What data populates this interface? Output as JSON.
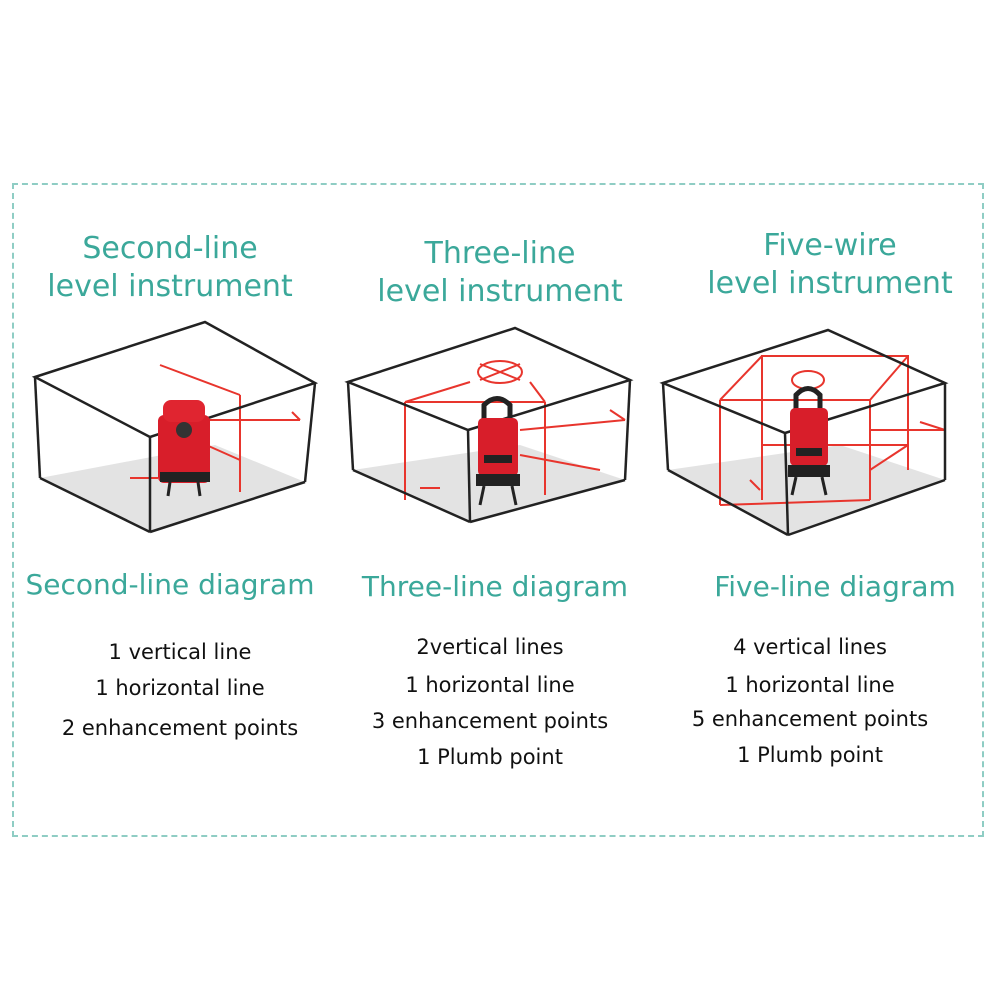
{
  "panels": [
    {
      "title": [
        "Second-line",
        "level instrument"
      ],
      "diagram_label": "Second-line diagram",
      "specs": [
        "1 vertical line",
        "1 horizontal line",
        "2 enhancement points"
      ]
    },
    {
      "title": [
        "Three-line",
        "level instrument"
      ],
      "diagram_label": "Three-line diagram",
      "specs": [
        "2vertical lines",
        "1 horizontal line",
        "3 enhancement points",
        "1 Plumb point"
      ]
    },
    {
      "title": [
        "Five-wire",
        "level instrument"
      ],
      "diagram_label": "Five-line diagram",
      "specs": [
        "4 vertical lines",
        "1 horizontal line",
        "5 enhancement points",
        "1 Plumb point"
      ]
    }
  ],
  "colors": {
    "accent": "#3ba89a",
    "laser": "#e8352d",
    "border": "#8fcdc4",
    "text": "#111111"
  }
}
